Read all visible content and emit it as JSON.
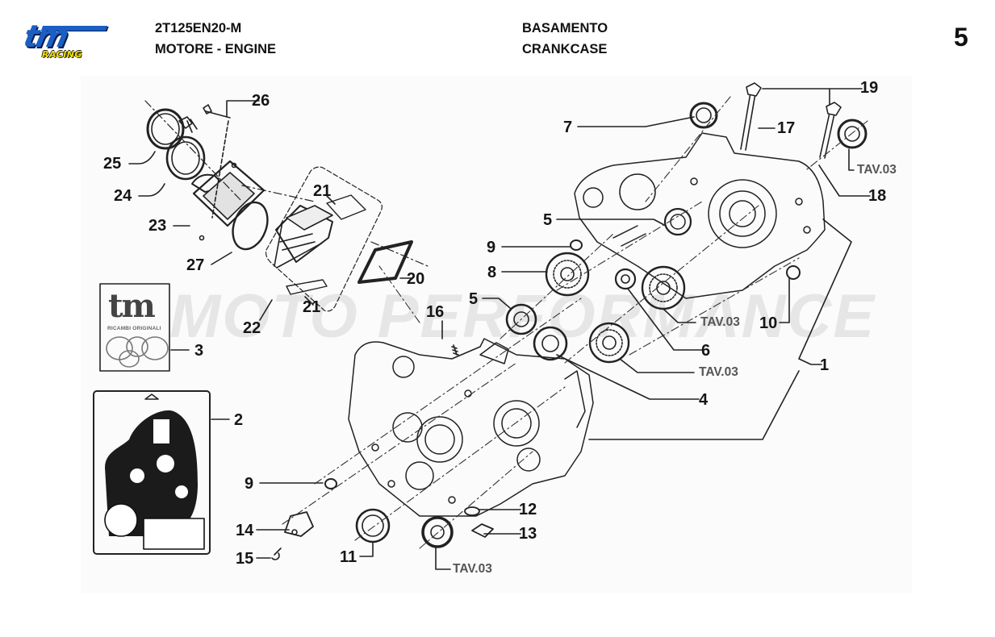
{
  "header": {
    "logo": {
      "brand": "tm",
      "sub": "RACING",
      "colors": {
        "primary": "#1a5fc4",
        "accent": "#f5e000"
      }
    },
    "code": "2T125EN20-M",
    "group": "MOTORE - ENGINE",
    "title_it": "BASAMENTO",
    "title_en": "CRANKCASE",
    "page_number": "5"
  },
  "watermark": "MOTO PERFORMANCE",
  "kits": {
    "seal_bag": {
      "brand": "tm",
      "label": "RICAMBI ORIGINALI"
    }
  },
  "callouts": [
    {
      "id": "c26",
      "text": "26"
    },
    {
      "id": "c25",
      "text": "25"
    },
    {
      "id": "c24",
      "text": "24"
    },
    {
      "id": "c23",
      "text": "23"
    },
    {
      "id": "c27",
      "text": "27"
    },
    {
      "id": "c21a",
      "text": "21"
    },
    {
      "id": "c20",
      "text": "20"
    },
    {
      "id": "c21b",
      "text": "21"
    },
    {
      "id": "c22",
      "text": "22"
    },
    {
      "id": "c3",
      "text": "3"
    },
    {
      "id": "c2",
      "text": "2"
    },
    {
      "id": "c7",
      "text": "7"
    },
    {
      "id": "c17",
      "text": "17"
    },
    {
      "id": "c19",
      "text": "19"
    },
    {
      "id": "c18",
      "text": "18"
    },
    {
      "id": "c5a",
      "text": "5"
    },
    {
      "id": "c9a",
      "text": "9"
    },
    {
      "id": "c8",
      "text": "8"
    },
    {
      "id": "c5b",
      "text": "5"
    },
    {
      "id": "c16",
      "text": "16"
    },
    {
      "id": "c10",
      "text": "10"
    },
    {
      "id": "c6",
      "text": "6"
    },
    {
      "id": "c1",
      "text": "1"
    },
    {
      "id": "c4",
      "text": "4"
    },
    {
      "id": "c9b",
      "text": "9"
    },
    {
      "id": "c12",
      "text": "12"
    },
    {
      "id": "c14",
      "text": "14"
    },
    {
      "id": "c13",
      "text": "13"
    },
    {
      "id": "c15",
      "text": "15"
    },
    {
      "id": "c11",
      "text": "11"
    }
  ],
  "table_refs": [
    {
      "id": "t1",
      "text": "TAV.03"
    },
    {
      "id": "t2",
      "text": "TAV.03"
    },
    {
      "id": "t3",
      "text": "TAV.03"
    },
    {
      "id": "t4",
      "text": "TAV.03"
    }
  ]
}
